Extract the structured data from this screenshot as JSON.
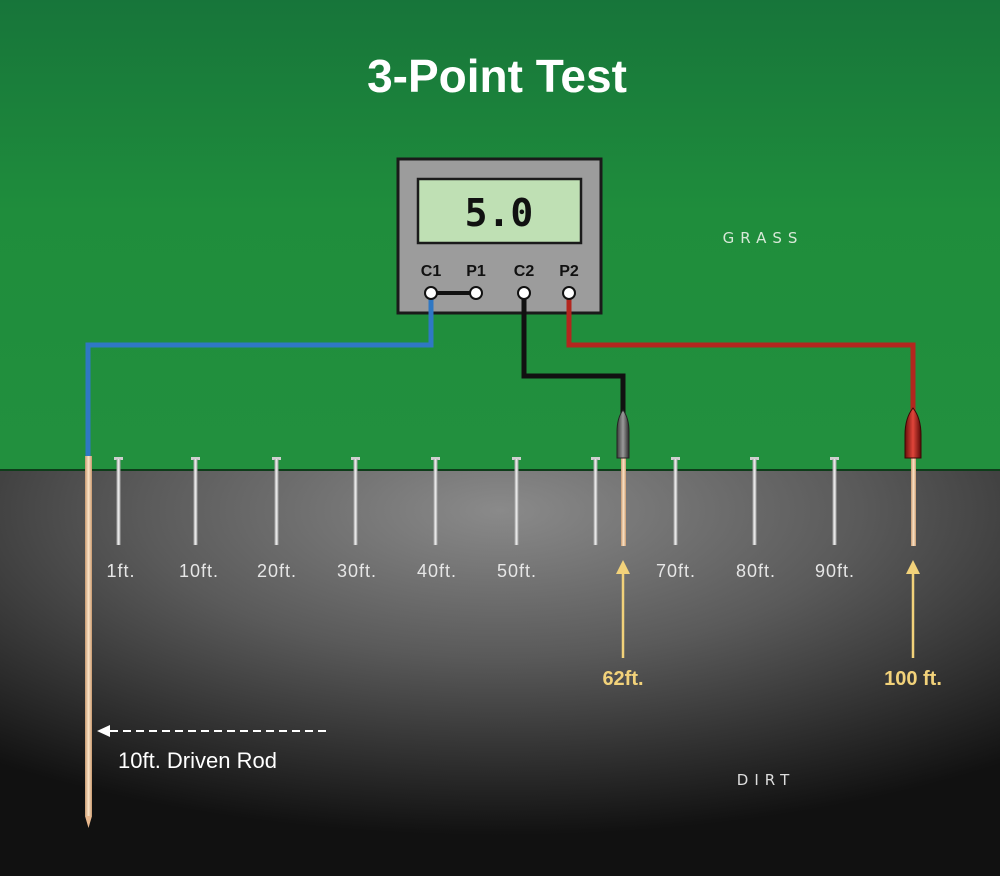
{
  "title": "3-Point Test",
  "meter": {
    "reading": "5.0",
    "terminals": [
      "C1",
      "P1",
      "C2",
      "P2"
    ]
  },
  "regions": {
    "grass_label": "GRASS",
    "dirt_label": "DIRT"
  },
  "distance_labels": [
    "1ft.",
    "10ft.",
    "20ft.",
    "30ft.",
    "40ft.",
    "50ft.",
    "70ft.",
    "80ft.",
    "90ft."
  ],
  "markers": {
    "potential_probe": "62ft.",
    "current_probe": "100 ft."
  },
  "rod_label": "10ft. Driven Rod",
  "colors": {
    "grass": "#1f8a3a",
    "dirt": "#4a4a4a",
    "c1_wire": "#2f78c4",
    "c2_wire": "#111111",
    "p2_wire": "#b3261e",
    "marker_text": "#f2d27a",
    "rod": "#f0c9a0"
  }
}
